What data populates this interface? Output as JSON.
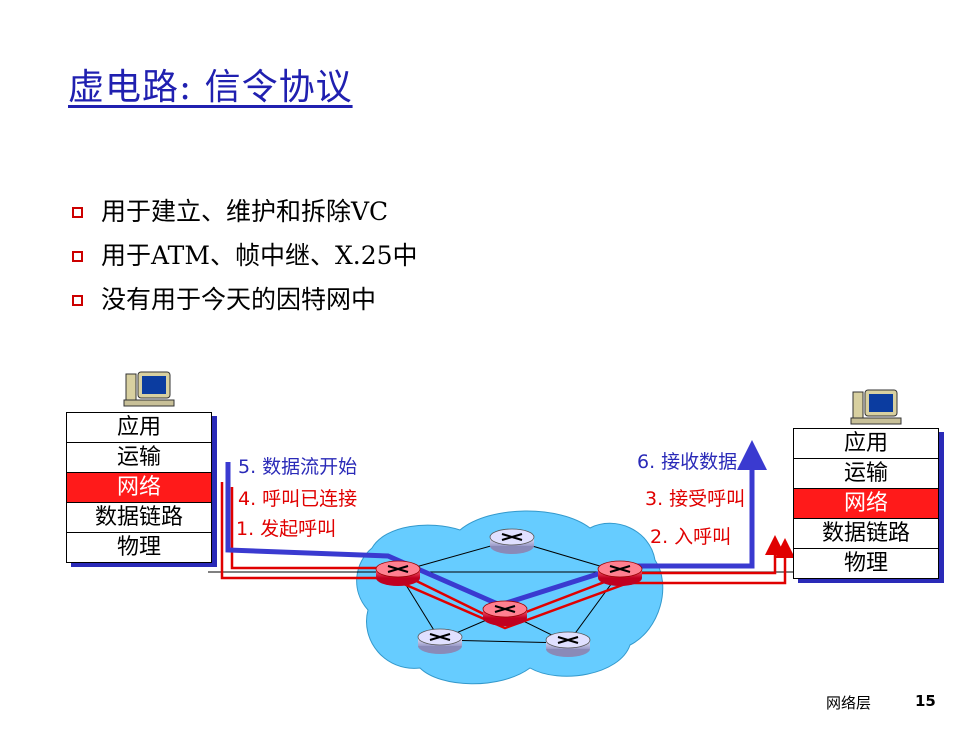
{
  "title": "虚电路: 信令协议",
  "bullets": [
    "用于建立、维护和拆除VC",
    "用于ATM、帧中继、X.25中",
    "没有用于今天的因特网中"
  ],
  "left_stack": [
    "应用",
    "运输",
    "网络",
    "数据链路",
    "物理"
  ],
  "right_stack": [
    "应用",
    "运输",
    "网络",
    "数据链路",
    "物理"
  ],
  "steps": {
    "s5": "5. 数据流开始",
    "s4": "4. 呼叫已连接",
    "s1": "1. 发起呼叫",
    "s6": "6. 接收数据",
    "s3": "3. 接受呼叫",
    "s2": "2. 入呼叫"
  },
  "colors": {
    "title": "#2020b0",
    "data_path": "#3a3ad0",
    "signal_path": "#e00000",
    "cloud": "#66ccff",
    "active_router": "#e8103a",
    "idle_router": "#c8c8ee"
  },
  "footer": {
    "chapter": "网络层",
    "page": "15"
  }
}
